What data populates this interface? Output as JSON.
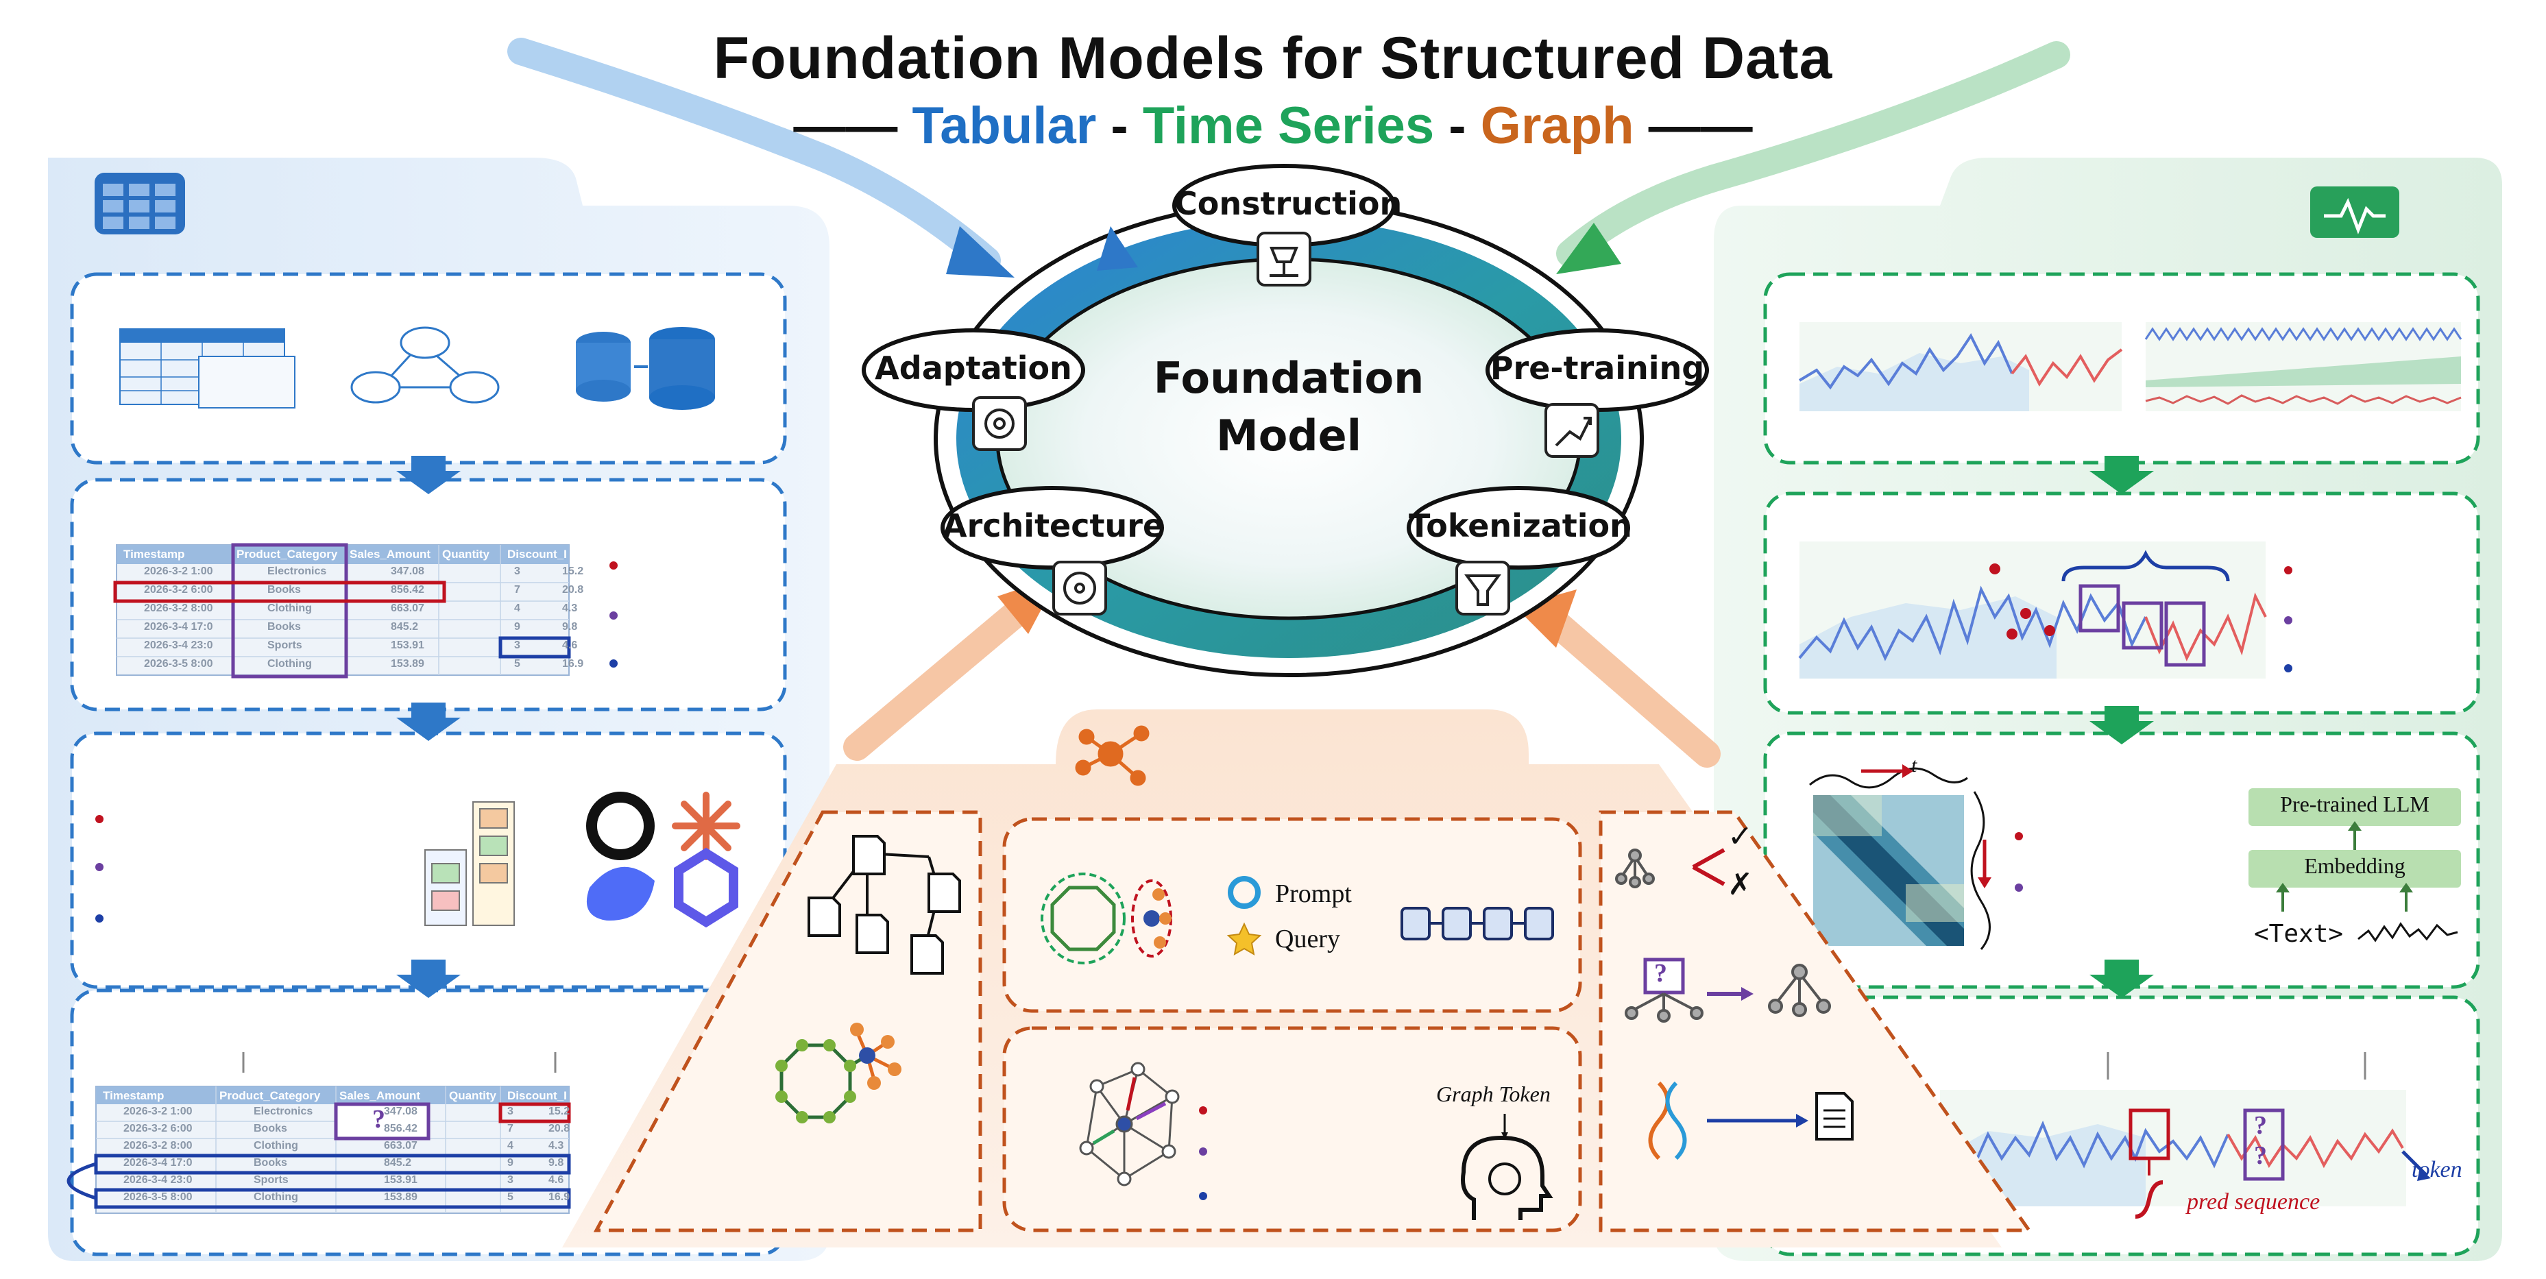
{
  "header": {
    "title": "Foundation Models for Structured Data",
    "dash_left": "——",
    "tabular": "Tabular",
    "sep1": "-",
    "time_series": "Time Series",
    "sep2": "-",
    "graph": "Graph",
    "dash_right": "——"
  },
  "cycle": {
    "center_line1": "Foundation",
    "center_line2": "Model",
    "stages": [
      "Construction",
      "Pre-training",
      "Tokenization",
      "Architecture",
      "Adaptation"
    ]
  },
  "tabular_panel": {
    "table_headers": [
      "Timestamp",
      "Product_Category",
      "Sales_Amount",
      "Quantity",
      "Discount_I"
    ],
    "rows": [
      [
        "2026-3-2 1:00",
        "Electronics",
        "347.08",
        "3",
        "15.2"
      ],
      [
        "2026-3-2 6:00",
        "Books",
        "856.42",
        "7",
        "20.8"
      ],
      [
        "2026-3-2 8:00",
        "Clothing",
        "663.07",
        "4",
        "4.3"
      ],
      [
        "2026-3-4 17:0",
        "Books",
        "845.2",
        "9",
        "9.8"
      ],
      [
        "2026-3-4 23:0",
        "Sports",
        "153.91",
        "3",
        "4.6"
      ],
      [
        "2026-3-5 8:00",
        "Clothing",
        "153.89",
        "5",
        "16.9"
      ]
    ],
    "mask_symbol": "?"
  },
  "graph_panel": {
    "prompt_label": "Prompt",
    "query_label": "Query",
    "graph_token_label": "Graph Token",
    "question_mark": "?",
    "check_mark": "✓",
    "cross_mark": "✗"
  },
  "ts_panel": {
    "llm_label": "Pre-trained LLM",
    "embedding_label": "Embedding",
    "text_label": "<Text>",
    "axis_t": "t",
    "token_label": "token",
    "pred_label": "pred sequence",
    "question_mark": "?"
  },
  "colors": {
    "tabular": "#1f6fc4",
    "time_series": "#1ea35a",
    "graph": "#c9651d",
    "red_box": "#c0121f",
    "purple_box": "#6b3fa0"
  }
}
